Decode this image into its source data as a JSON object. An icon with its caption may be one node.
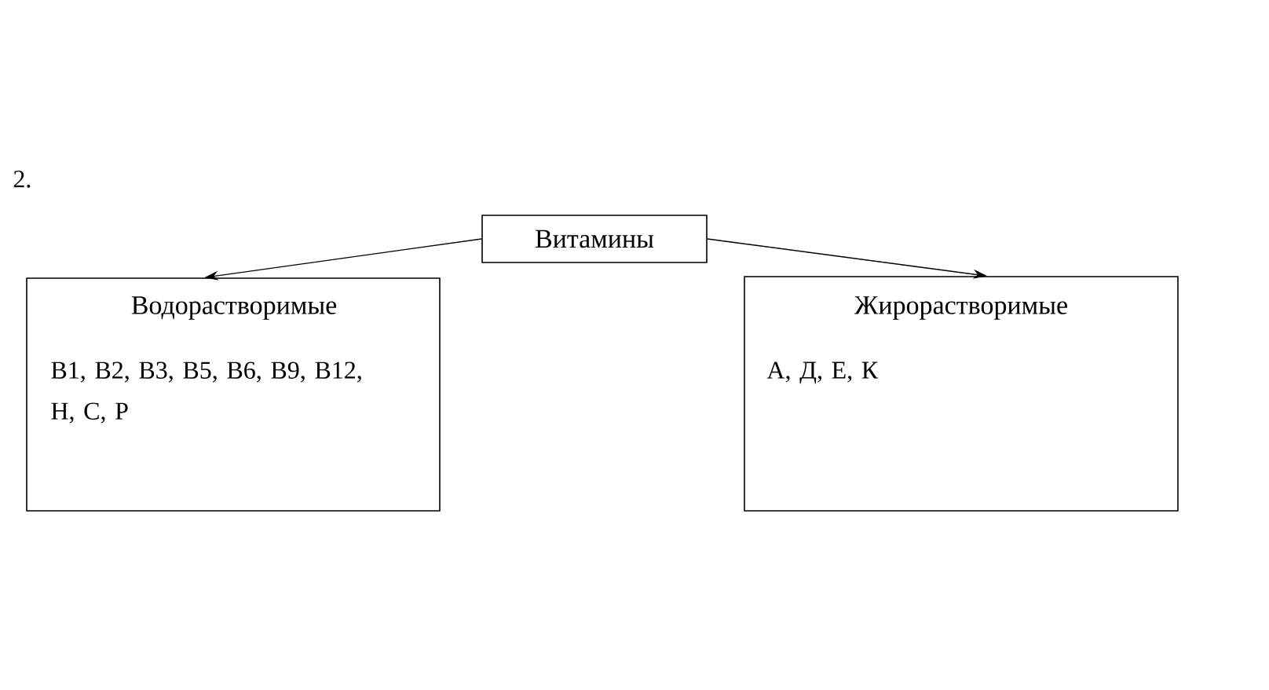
{
  "diagram": {
    "nodes": [
      {
        "text": [
          "Витамины"
        ]
      },
      {
        "text": [
          "Водорастворимые",
          "B1, B2, B3, B5, B6, B9, B12, H, C, P"
        ]
      },
      {
        "text": [
          "Жирорастворимые",
          "А, Д, Е, К"
        ]
      }
    ],
    "edges": [
      {
        "from": 0,
        "to": 1,
        "arrow": "to"
      },
      {
        "from": 0,
        "to": 2,
        "arrow": "to"
      }
    ],
    "labels": [
      "2."
    ]
  }
}
